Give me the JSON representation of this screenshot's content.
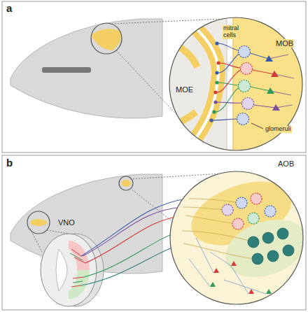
{
  "diagram": {
    "labels": [
      "a",
      "mitral cells",
      "MOE",
      "MOB",
      "glomeruli",
      "b",
      "VNO",
      "AOB"
    ]
  }
}
